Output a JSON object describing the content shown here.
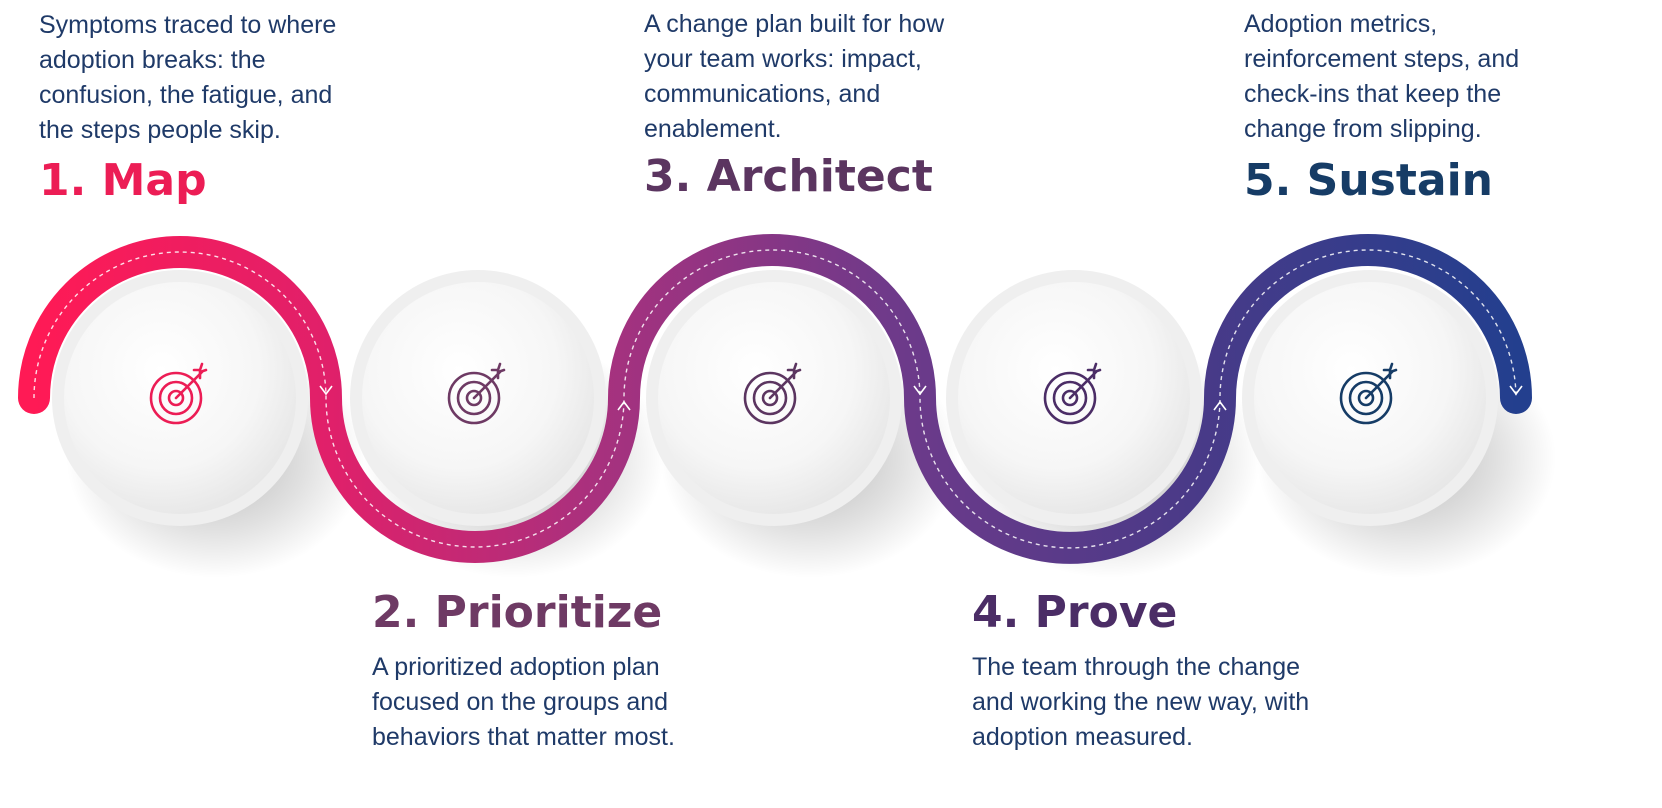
{
  "steps": [
    {
      "title": "1. Map",
      "description": [
        "Symptoms traced to where",
        "adoption breaks: the",
        "confusion, the fatigue, and",
        "the steps people skip."
      ],
      "color": "#ec1d55",
      "icon": "target-arrow-icon"
    },
    {
      "title": "2. Prioritize",
      "description": [
        "A prioritized adoption plan",
        "focused on the groups and",
        "behaviors that matter most."
      ],
      "color": "#6e3a64",
      "icon": "target-arrow-icon"
    },
    {
      "title": "3. Architect",
      "description": [
        "A change plan built for how",
        "your team works: impact,",
        "communications, and",
        "enablement."
      ],
      "color": "#5b3560",
      "icon": "target-arrow-icon"
    },
    {
      "title": "4. Prove",
      "description": [
        "The team through the change",
        "and working the new way, with",
        "adoption measured."
      ],
      "color": "#4b2d66",
      "icon": "target-arrow-icon"
    },
    {
      "title": "5. Sustain",
      "description": [
        "Adoption metrics,",
        "reinforcement steps, and",
        "check-ins that keep the",
        "change from slipping."
      ],
      "color": "#163c66",
      "icon": "target-arrow-icon"
    }
  ],
  "colors": {
    "text": "#1f3a68",
    "ribbon": [
      "#ff1a55",
      "#c1287a",
      "#8e3382",
      "#5b3a8c",
      "#4a3a88",
      "#2b4a92"
    ]
  }
}
